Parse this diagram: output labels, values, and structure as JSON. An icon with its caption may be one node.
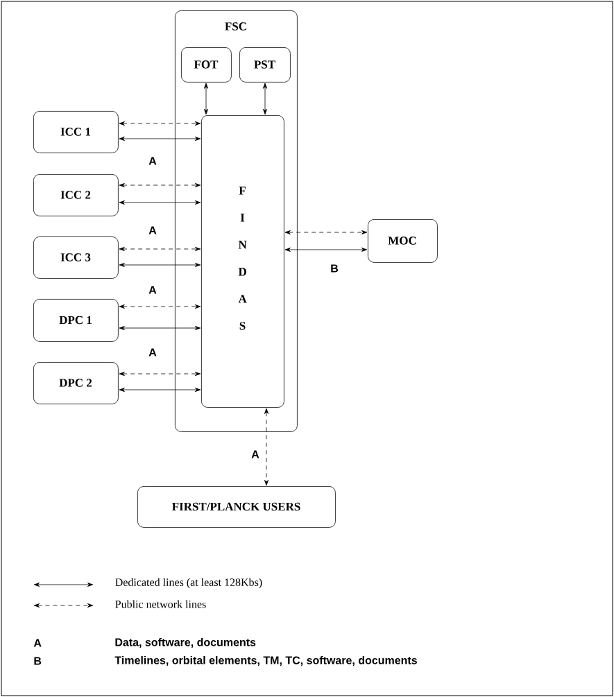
{
  "diagram": {
    "nodes": [
      {
        "text": [
          "FSC"
        ]
      },
      {
        "text": [
          "FOT"
        ],
        "in": 0
      },
      {
        "text": [
          "PST"
        ],
        "in": 0
      },
      {
        "text": [
          "F I N D A S"
        ],
        "in": 0
      },
      {
        "text": [
          "ICC 1"
        ]
      },
      {
        "text": [
          "ICC 2"
        ]
      },
      {
        "text": [
          "ICC 3"
        ]
      },
      {
        "text": [
          "DPC 1"
        ]
      },
      {
        "text": [
          "DPC 2"
        ]
      },
      {
        "text": [
          "MOC"
        ]
      },
      {
        "text": [
          "FIRST/PLANCK USERS"
        ]
      }
    ],
    "edges": [
      {
        "from": 1,
        "to": 3,
        "arrow": "both"
      },
      {
        "from": 2,
        "to": 3,
        "arrow": "both"
      },
      {
        "from": 4,
        "to": 3,
        "arrow": "both",
        "style": "dashed"
      },
      {
        "from": 4,
        "to": 3,
        "arrow": "both",
        "label": "A"
      },
      {
        "from": 5,
        "to": 3,
        "arrow": "both",
        "style": "dashed"
      },
      {
        "from": 5,
        "to": 3,
        "arrow": "both",
        "label": "A"
      },
      {
        "from": 6,
        "to": 3,
        "arrow": "both",
        "style": "dashed"
      },
      {
        "from": 6,
        "to": 3,
        "arrow": "both",
        "label": "A"
      },
      {
        "from": 7,
        "to": 3,
        "arrow": "both",
        "style": "dashed"
      },
      {
        "from": 7,
        "to": 3,
        "arrow": "both",
        "label": "A"
      },
      {
        "from": 8,
        "to": 3,
        "arrow": "both",
        "style": "dashed"
      },
      {
        "from": 8,
        "to": 3,
        "arrow": "both"
      },
      {
        "from": 3,
        "to": 9,
        "arrow": "both",
        "style": "dashed"
      },
      {
        "from": 3,
        "to": 9,
        "arrow": "both",
        "label": "B"
      },
      {
        "from": 3,
        "to": 10,
        "arrow": "both",
        "style": "dashed",
        "label": "A"
      }
    ],
    "labels": [
      "A",
      "Data, software, documents",
      "B",
      "Timelines, orbital elements, TM, TC, software, documents"
    ],
    "legend": [
      {
        "text": "Dedicated lines (at least 128Kbs)"
      },
      {
        "text": "Public network lines"
      }
    ]
  }
}
